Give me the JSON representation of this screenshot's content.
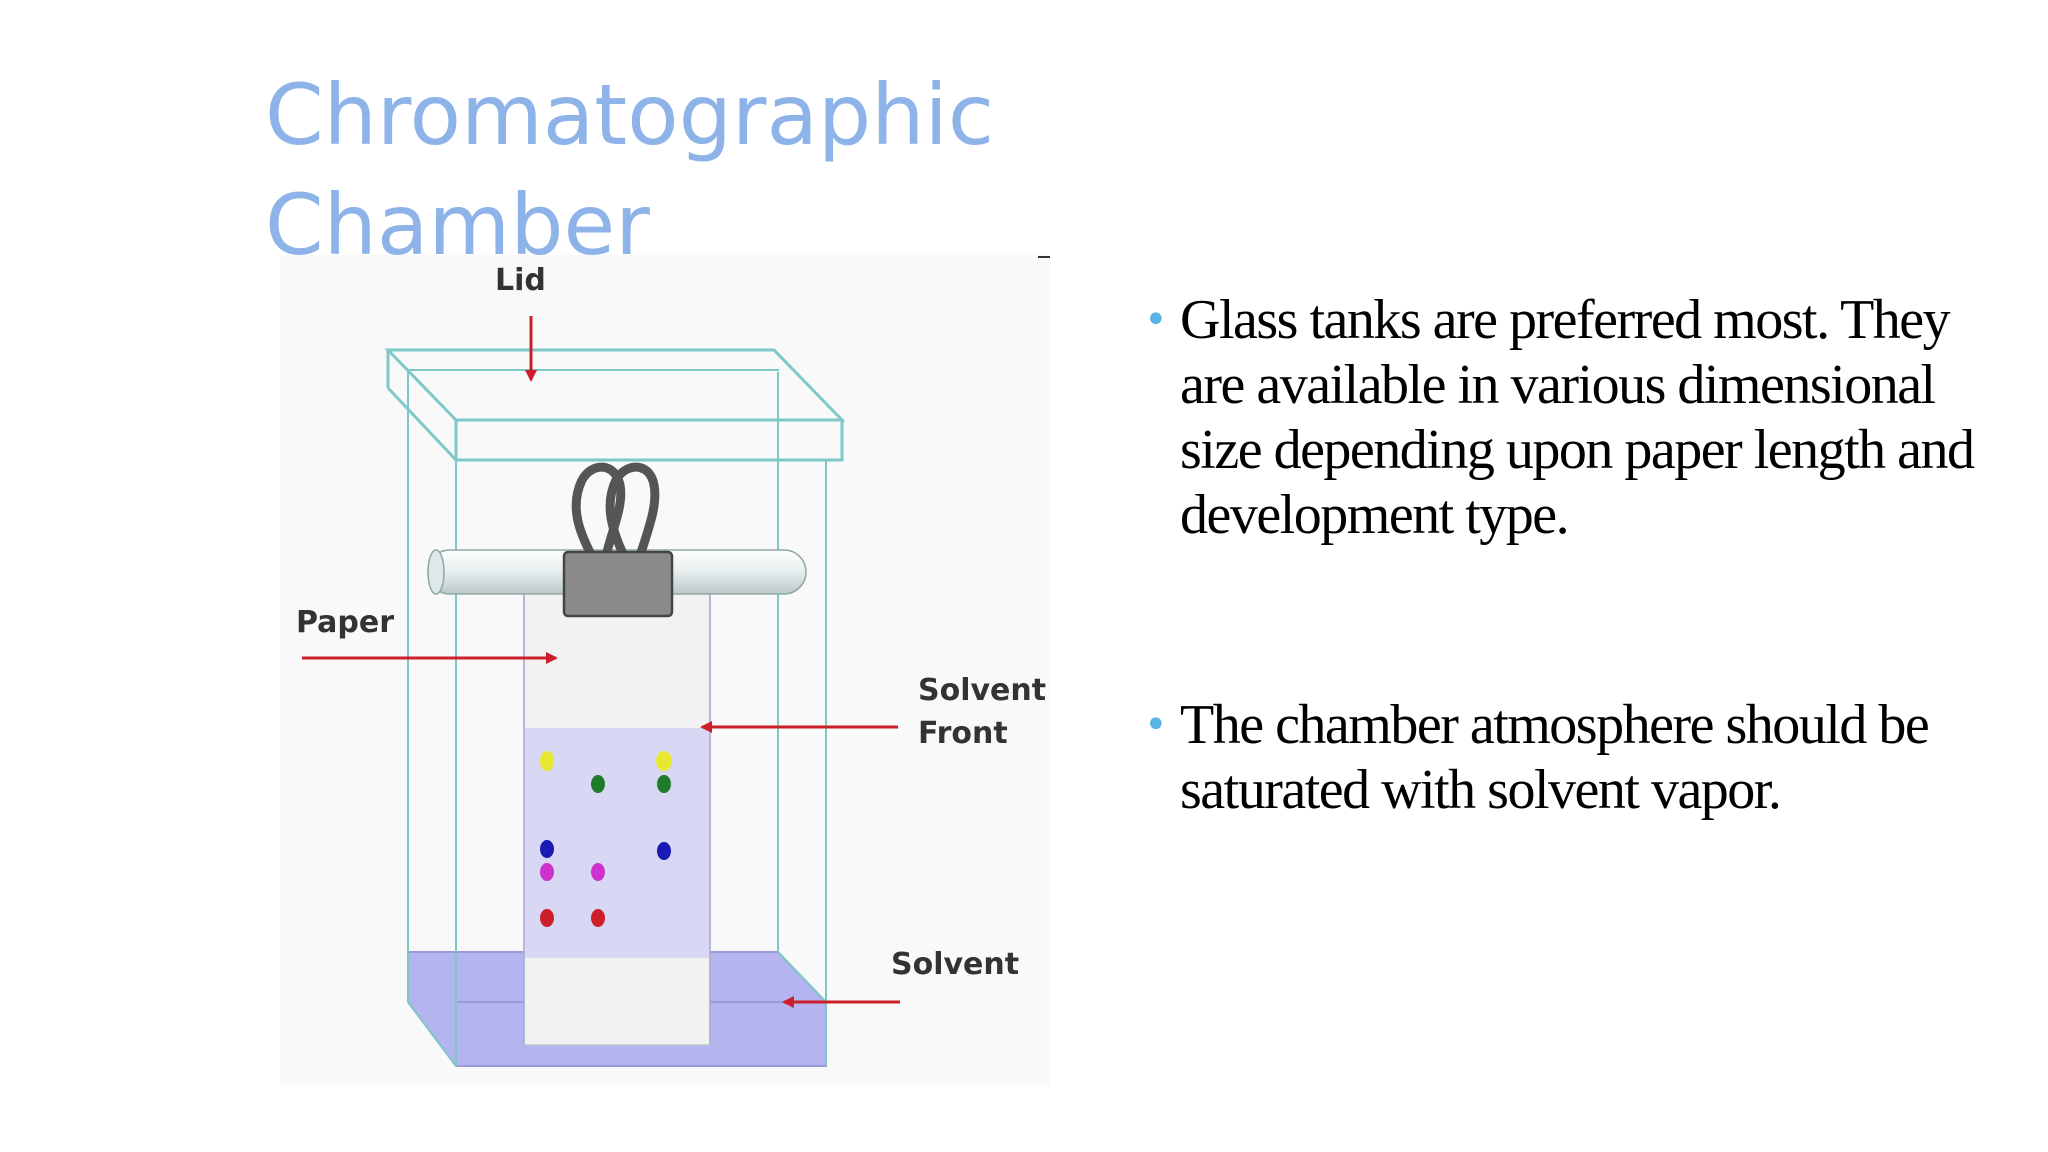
{
  "slide": {
    "title_line1": "Chromatographic",
    "title_line2": "Chamber"
  },
  "diagram": {
    "labels": {
      "lid": "Lid",
      "paper": "Paper",
      "solvent_front_1": "Solvent",
      "solvent_front_2": "Front",
      "solvent": "Solvent"
    },
    "colors": {
      "glass": "#7fc8c8",
      "solvent": "#b4b4f0",
      "arrow": "#cc1f2a",
      "clip": "#8a8a8a",
      "spots": [
        "#e8e832",
        "#1f7a2c",
        "#1a1ab4",
        "#cc33cc",
        "#cc1f2a"
      ]
    }
  },
  "bullets": [
    {
      "text": "Glass tanks are preferred most. They are available in various dimensional size depending upon paper length and development type."
    },
    {
      "text": "The chamber atmosphere should be saturated with solvent vapor."
    }
  ]
}
